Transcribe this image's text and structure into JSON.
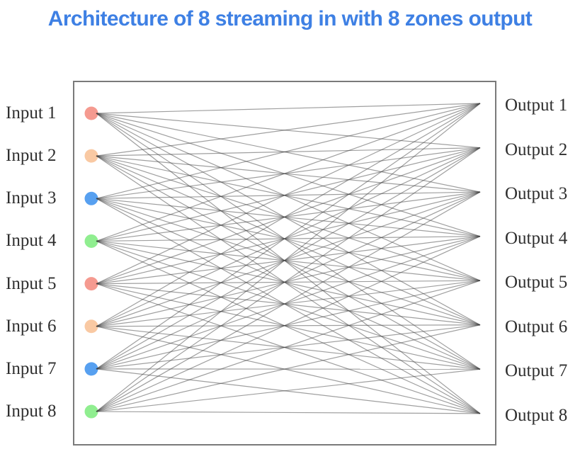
{
  "title": {
    "text": "Architecture of 8 streaming in with 8 zones output",
    "color": "#3e80e4"
  },
  "diagram": {
    "description": "Full mesh matrix: every input node connects to every output node",
    "connectivity": "full-mesh-8x8",
    "inputs": [
      {
        "label": "Input 1",
        "dot_color": "#f59a90"
      },
      {
        "label": "Input 2",
        "dot_color": "#f9c9a3"
      },
      {
        "label": "Input 3",
        "dot_color": "#57a0f0"
      },
      {
        "label": "Input 4",
        "dot_color": "#90ee90"
      },
      {
        "label": "Input 5",
        "dot_color": "#f59a90"
      },
      {
        "label": "Input 6",
        "dot_color": "#f9c9a3"
      },
      {
        "label": "Input 7",
        "dot_color": "#57a0f0"
      },
      {
        "label": "Input 8",
        "dot_color": "#90ee90"
      }
    ],
    "outputs": [
      {
        "label": "Output 1"
      },
      {
        "label": "Output 2"
      },
      {
        "label": "Output 3"
      },
      {
        "label": "Output 4"
      },
      {
        "label": "Output 5"
      },
      {
        "label": "Output 6"
      },
      {
        "label": "Output 7"
      },
      {
        "label": "Output 8"
      }
    ],
    "line_color": "#404040",
    "frame_border_color": "#7a7a7a",
    "label_color": "#2f2f2f"
  }
}
